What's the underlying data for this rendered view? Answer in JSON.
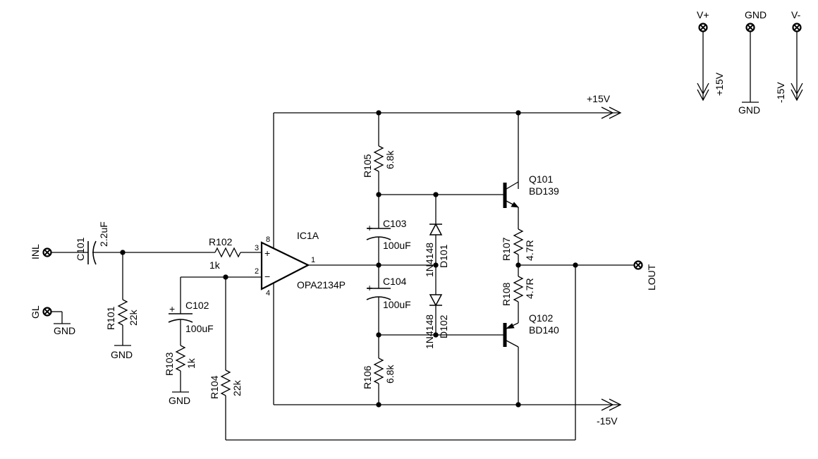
{
  "supply": {
    "vplus_label": "V+",
    "gnd_label": "GND",
    "vminus_label": "V-",
    "plus15_label": "+15V",
    "minus15_label": "-15V"
  },
  "nets": {
    "plus15": "+15V",
    "minus15": "-15V",
    "gnd": "GND"
  },
  "connectors": {
    "inl": "INL",
    "gl": "GL",
    "lout": "LOUT"
  },
  "opamp": {
    "ref": "IC1A",
    "part": "OPA2134P",
    "pin_noninv": "3",
    "pin_inv": "2",
    "pin_out": "1",
    "pin_vpos": "8",
    "pin_vneg": "4",
    "sym_plus": "+",
    "sym_minus": "−"
  },
  "components": {
    "c101": {
      "ref": "C101",
      "value": "2.2uF"
    },
    "c102": {
      "ref": "C102",
      "value": "100uF"
    },
    "c103": {
      "ref": "C103",
      "value": "100uF"
    },
    "c104": {
      "ref": "C104",
      "value": "100uF"
    },
    "r101": {
      "ref": "R101",
      "value": "22k"
    },
    "r102": {
      "ref": "R102",
      "value": "1k"
    },
    "r103": {
      "ref": "R103",
      "value": "1k"
    },
    "r104": {
      "ref": "R104",
      "value": "22k"
    },
    "r105": {
      "ref": "R105",
      "value": "6.8k"
    },
    "r106": {
      "ref": "R106",
      "value": "6.8k"
    },
    "r107": {
      "ref": "R107",
      "value": "4.7R"
    },
    "r108": {
      "ref": "R108",
      "value": "4.7R"
    },
    "d101": {
      "ref": "D101",
      "value": "1N4148"
    },
    "d102": {
      "ref": "D102",
      "value": "1N4148"
    },
    "q101": {
      "ref": "Q101",
      "value": "BD139"
    },
    "q102": {
      "ref": "Q102",
      "value": "BD140"
    }
  },
  "polarity_mark": "+"
}
